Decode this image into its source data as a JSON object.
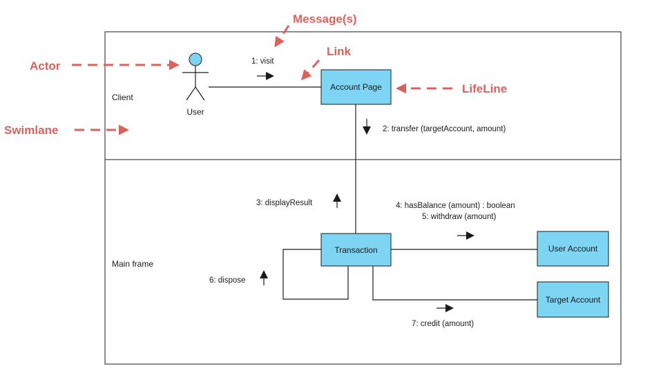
{
  "annotations": {
    "messages": "Message(s)",
    "link": "Link",
    "actor": "Actor",
    "lifeline": "LifeLine",
    "swimlane": "Swimlane"
  },
  "swimlanes": {
    "client": "Client",
    "main_frame": "Main frame"
  },
  "actor": {
    "name": "User"
  },
  "objects": {
    "account_page": "Account Page",
    "transaction": "Transaction",
    "user_account": "User Account",
    "target_account": "Target Account"
  },
  "messages": {
    "m1": "1: visit",
    "m2": "2: transfer (targetAccount, amount)",
    "m3": "3: displayResult",
    "m4": "4: hasBalance (amount) : boolean",
    "m5": "5: withdraw (amount)",
    "m6": "6: dispose",
    "m7": "7: credit (amount)"
  },
  "colors": {
    "annotation": "#d9635c",
    "object_fill": "#7ed4f3",
    "actor_head": "#7ed4f3"
  },
  "icons": [
    "arrow-right-icon",
    "arrow-down-icon",
    "arrow-up-icon"
  ]
}
